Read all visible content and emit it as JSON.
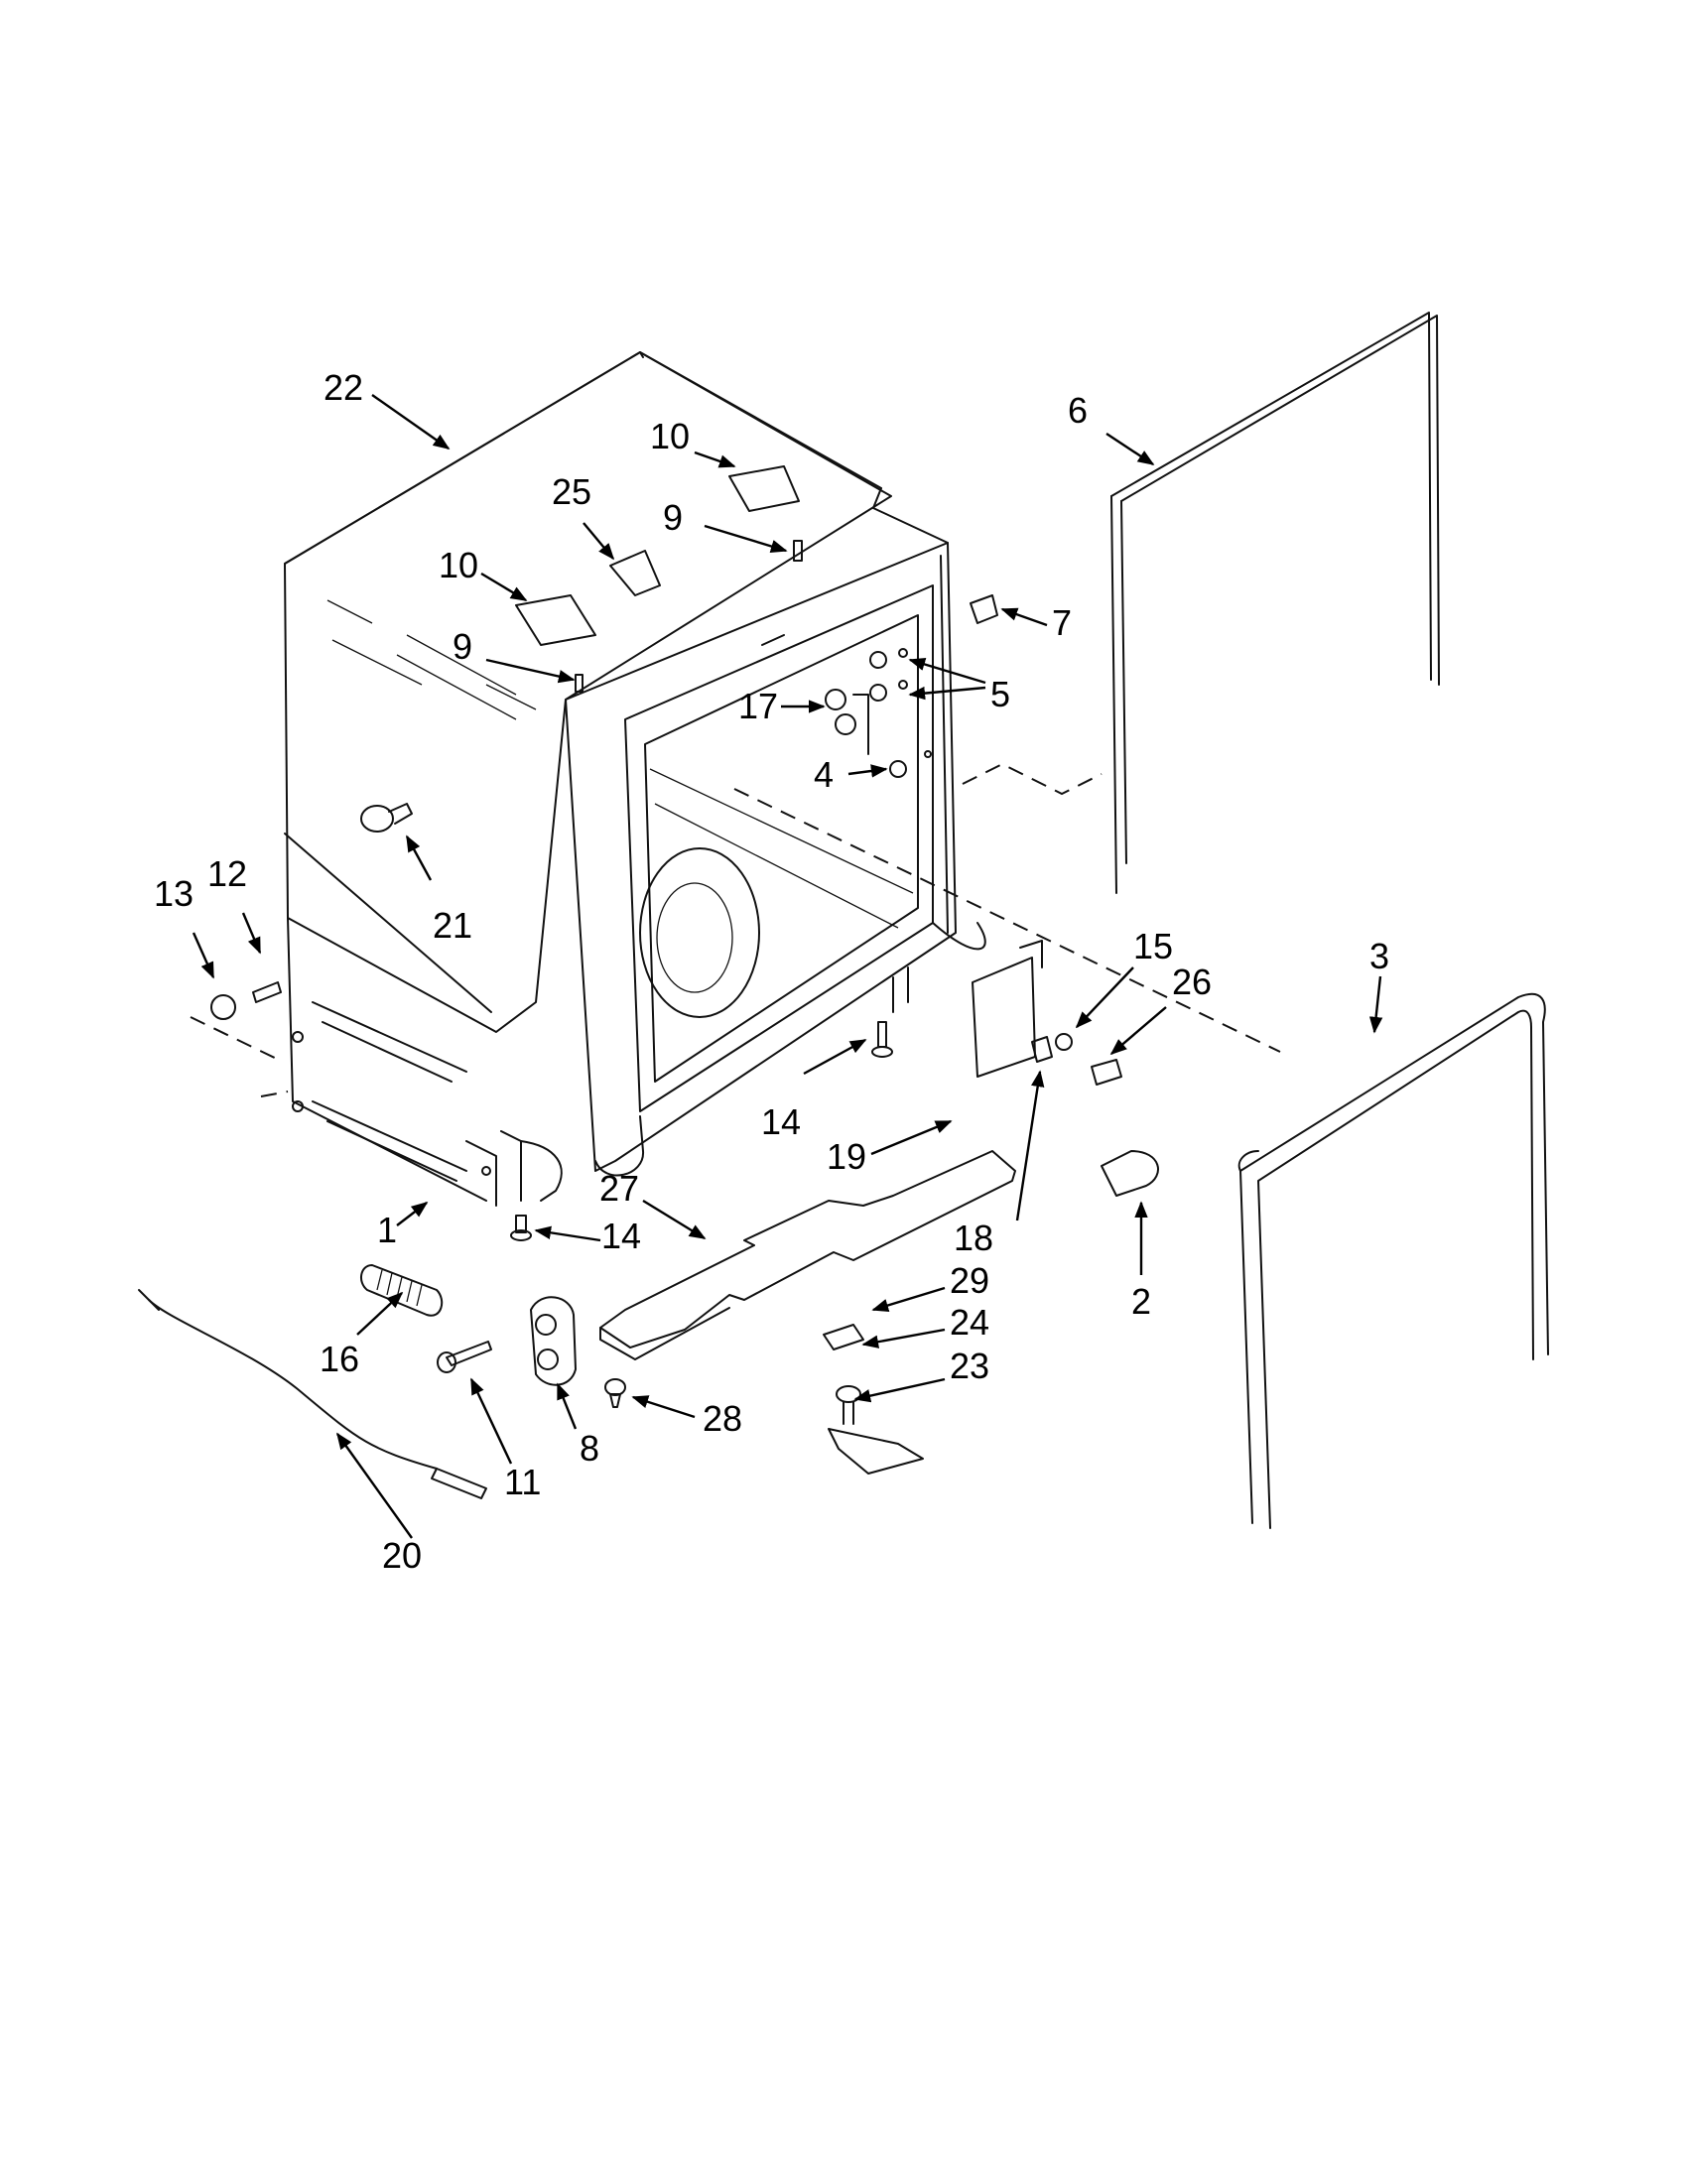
{
  "callouts": [
    {
      "id": "c22",
      "label": "22"
    },
    {
      "id": "c6",
      "label": "6"
    },
    {
      "id": "c10a",
      "label": "10"
    },
    {
      "id": "c25",
      "label": "25"
    },
    {
      "id": "c9a",
      "label": "9"
    },
    {
      "id": "c10b",
      "label": "10"
    },
    {
      "id": "c9b",
      "label": "9"
    },
    {
      "id": "c7",
      "label": "7"
    },
    {
      "id": "c5",
      "label": "5"
    },
    {
      "id": "c17",
      "label": "17"
    },
    {
      "id": "c4",
      "label": "4"
    },
    {
      "id": "c21",
      "label": "21"
    },
    {
      "id": "c13",
      "label": "13"
    },
    {
      "id": "c12",
      "label": "12"
    },
    {
      "id": "c15",
      "label": "15"
    },
    {
      "id": "c3",
      "label": "3"
    },
    {
      "id": "c26",
      "label": "26"
    },
    {
      "id": "c14a",
      "label": "14"
    },
    {
      "id": "c19",
      "label": "19"
    },
    {
      "id": "c27",
      "label": "27"
    },
    {
      "id": "c14b",
      "label": "14"
    },
    {
      "id": "c1",
      "label": "1"
    },
    {
      "id": "c18",
      "label": "18"
    },
    {
      "id": "c2",
      "label": "2"
    },
    {
      "id": "c29",
      "label": "29"
    },
    {
      "id": "c24",
      "label": "24"
    },
    {
      "id": "c23",
      "label": "23"
    },
    {
      "id": "c16",
      "label": "16"
    },
    {
      "id": "c28",
      "label": "28"
    },
    {
      "id": "c8",
      "label": "8"
    },
    {
      "id": "c11",
      "label": "11"
    },
    {
      "id": "c20",
      "label": "20"
    }
  ]
}
